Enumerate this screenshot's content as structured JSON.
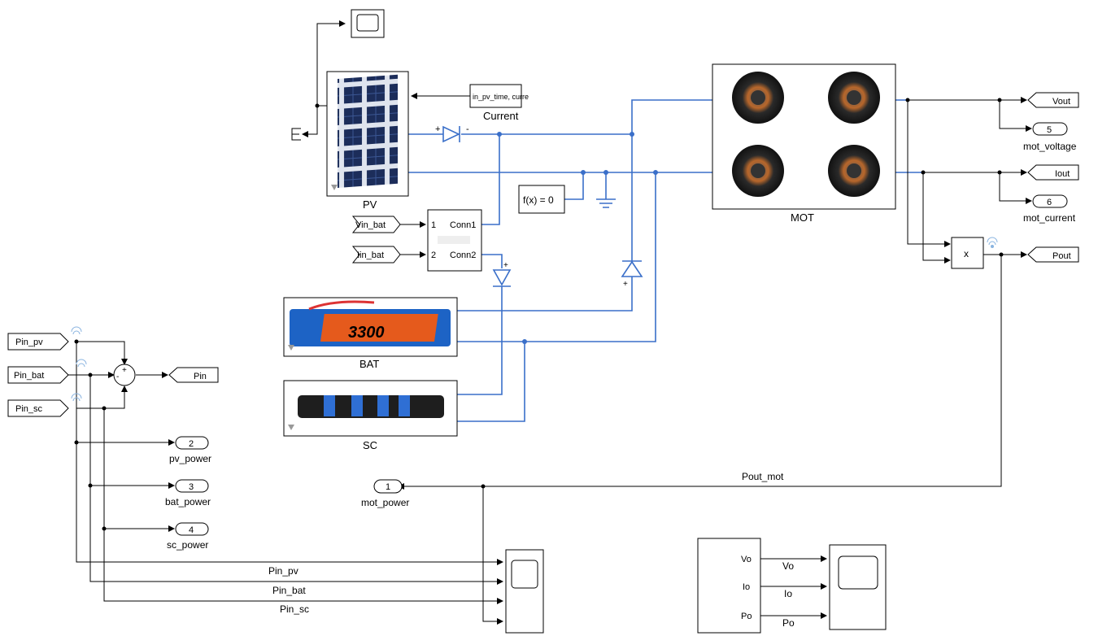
{
  "blocks": {
    "pv": "PV",
    "current": "Current",
    "current_source": "in_pv_time, curre",
    "fx": "f(x) = 0",
    "mot": "MOT",
    "bat": "BAT",
    "sc": "SC",
    "conn1": "Conn1",
    "conn2": "Conn2",
    "port1": "1",
    "port2": "2",
    "mult": "x",
    "battery_print": "3300",
    "sum_plus": "+",
    "sum_minus": "-",
    "diode_plus": "+",
    "diode_minus": "-",
    "sub_vo": "Vo",
    "sub_io": "Io",
    "sub_po": "Po"
  },
  "goto_tags": {
    "vout": "Vout",
    "iout": "Iout",
    "pout": "Pout",
    "pin": "Pin"
  },
  "from_tags": {
    "vin_bat": "Vin_bat",
    "iin_bat": "Iin_bat",
    "pin_pv": "Pin_pv",
    "pin_bat": "Pin_bat",
    "pin_sc": "Pin_sc"
  },
  "outports": [
    {
      "num": "1",
      "name": "mot_power"
    },
    {
      "num": "2",
      "name": "pv_power"
    },
    {
      "num": "3",
      "name": "bat_power"
    },
    {
      "num": "4",
      "name": "sc_power"
    },
    {
      "num": "5",
      "name": "mot_voltage"
    },
    {
      "num": "6",
      "name": "mot_current"
    }
  ],
  "signal_labels": {
    "pout_mot": "Pout_mot",
    "pin_pv": "Pin_pv",
    "pin_bat": "Pin_bat",
    "pin_sc": "Pin_sc",
    "vo": "Vo",
    "io": "Io",
    "po": "Po"
  },
  "colors": {
    "physical_line": "#3a6fc9",
    "signal_line": "#000000",
    "block_shadow": "#c8c8c8"
  }
}
